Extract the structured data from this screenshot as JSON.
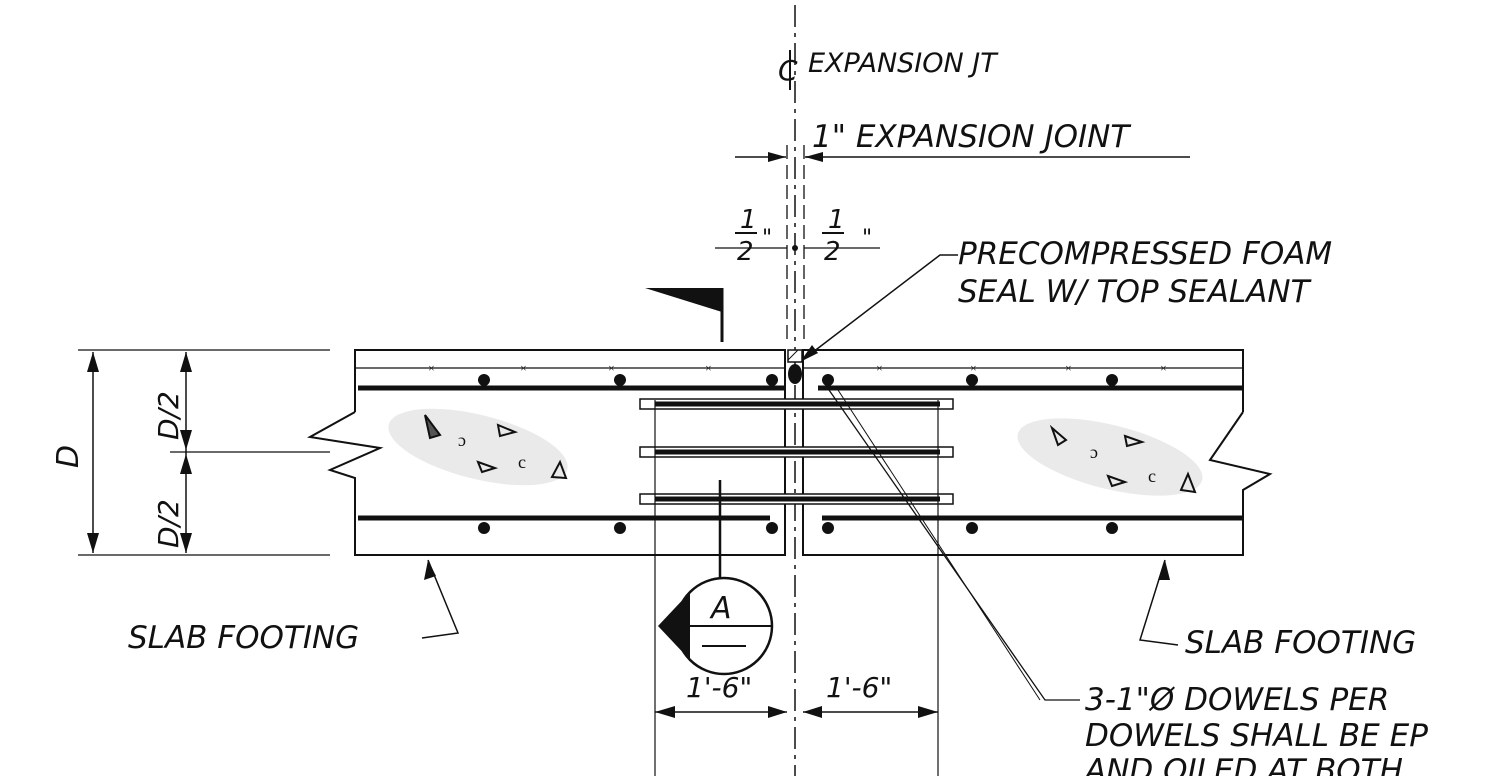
{
  "labels": {
    "centerline": "EXPANSION JT",
    "joint": "1\" EXPANSION JOINT",
    "half_num": "1",
    "half_den": "2",
    "half_unit": "\"",
    "seal_line1": "PRECOMPRESSED FOAM",
    "seal_line2": "SEAL W/ TOP SEALANT",
    "slab_left": "SLAB FOOTING",
    "slab_right": "SLAB FOOTING",
    "depth": "D",
    "half_depth_top": "D/2",
    "half_depth_bottom": "D/2",
    "section_letter": "A",
    "dowel_len_left": "1'-6\"",
    "dowel_len_right": "1'-6\"",
    "dowel_note1": "3-1\"Ø  DOWELS PER",
    "dowel_note2": "DOWELS SHALL BE EP",
    "dowel_note3": "AND OILED AT BOTH"
  },
  "icons": {
    "centerline_symbol": "centerline-icon",
    "section_marker": "section-cut-icon",
    "flag": "north-flag-icon"
  }
}
